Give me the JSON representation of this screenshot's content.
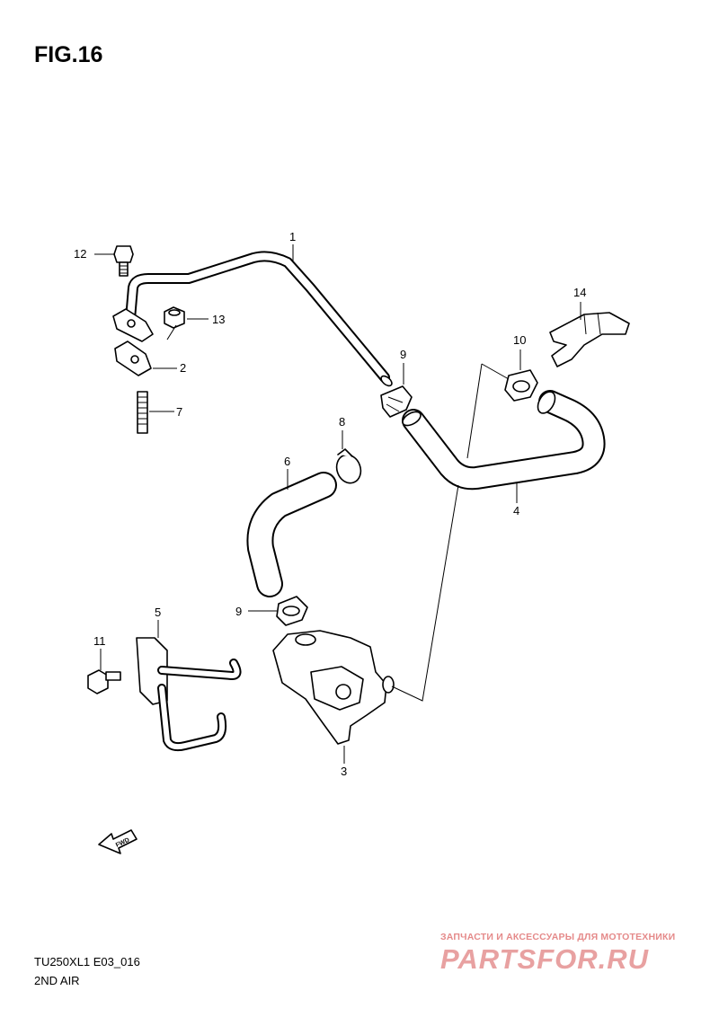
{
  "figure": {
    "title": "FIG.16"
  },
  "callouts": [
    {
      "id": "1",
      "label": "1"
    },
    {
      "id": "2",
      "label": "2"
    },
    {
      "id": "3",
      "label": "3"
    },
    {
      "id": "4",
      "label": "4"
    },
    {
      "id": "5",
      "label": "5"
    },
    {
      "id": "6",
      "label": "6"
    },
    {
      "id": "7",
      "label": "7"
    },
    {
      "id": "8",
      "label": "8"
    },
    {
      "id": "9a",
      "label": "9"
    },
    {
      "id": "9b",
      "label": "9"
    },
    {
      "id": "10",
      "label": "10"
    },
    {
      "id": "11",
      "label": "11"
    },
    {
      "id": "12",
      "label": "12"
    },
    {
      "id": "13",
      "label": "13"
    },
    {
      "id": "14",
      "label": "14"
    }
  ],
  "fwd_label": "FWD",
  "footer": {
    "model_code": "TU250XL1 E03_016",
    "section_name": "2ND AIR"
  },
  "watermark": {
    "tagline": "ЗАПЧАСТИ И АКСЕССУАРЫ ДЛЯ МОТОТЕХНИКИ",
    "brand": "PARTSFOR.RU"
  },
  "colors": {
    "line": "#000000",
    "background": "#ffffff",
    "watermark": "#e8a1a1"
  }
}
